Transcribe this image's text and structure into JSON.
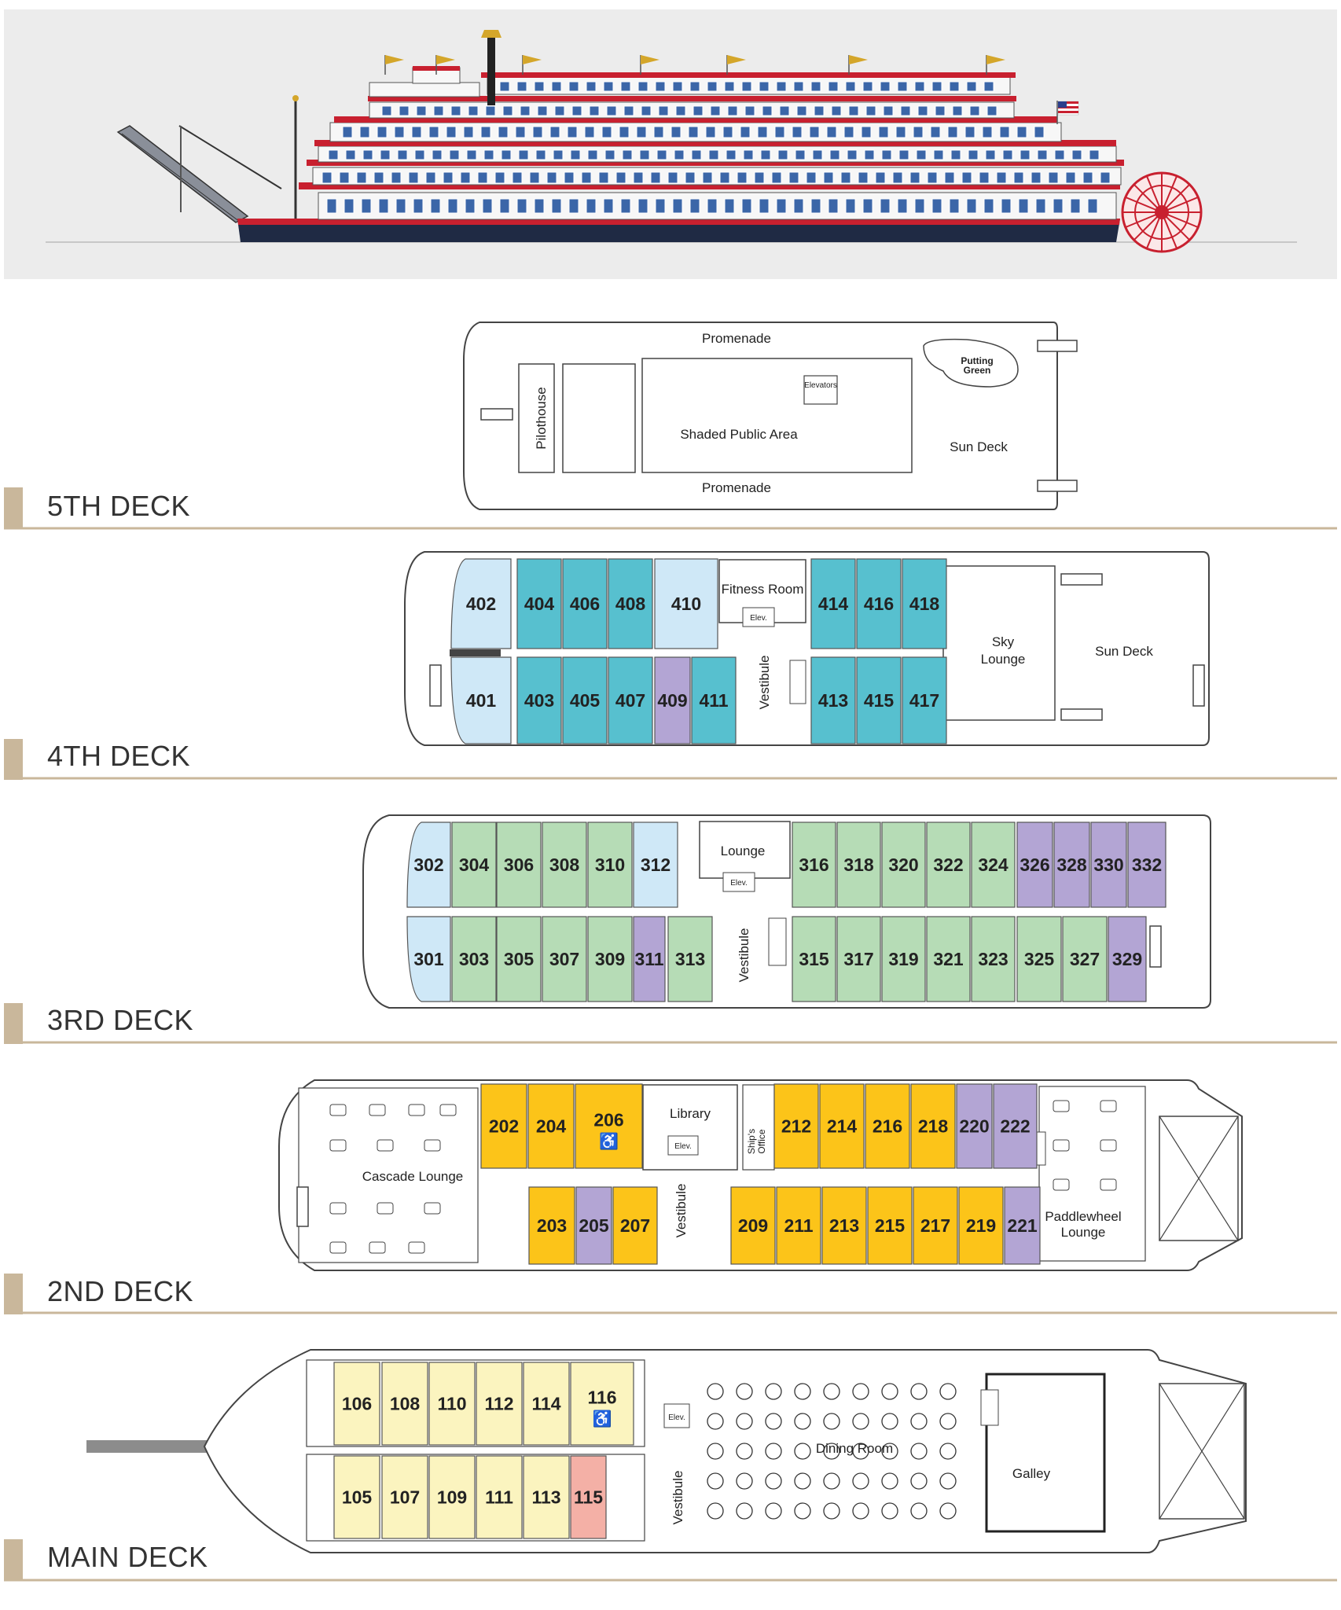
{
  "colors": {
    "suite_light_blue": "#cfe8f7",
    "veranda_teal": "#57c0cf",
    "veranda_green": "#b6dcb6",
    "accessible_or_special_purple": "#b3a5d4",
    "balcony_gold": "#fcc419",
    "interior_yellow": "#fbf4bf",
    "salmon": "#f4b0a6",
    "deck_band": "#c9b79b",
    "hull_red": "#c8202f",
    "hull_dark": "#1f2a44"
  },
  "icons": {
    "accessible": "wheelchair-icon",
    "elevator": "elevator-icon",
    "stairs": "stairs-icon",
    "paddlewheel": "paddlewheel-icon",
    "flag": "flag-icon"
  },
  "decks": [
    {
      "id": "deck5",
      "label": "5TH DECK",
      "areas": [
        {
          "name": "promenade-top",
          "text": "Promenade"
        },
        {
          "name": "promenade-bottom",
          "text": "Promenade"
        },
        {
          "name": "putting-green",
          "text": "Putting Green",
          "lines": [
            "Putting",
            "Green"
          ]
        },
        {
          "name": "elevators",
          "text": "Elevators"
        },
        {
          "name": "shaded-public-area",
          "text": "Shaded Public Area"
        },
        {
          "name": "sun-deck",
          "text": "Sun Deck"
        },
        {
          "name": "pilothouse",
          "text": "Pilothouse"
        }
      ],
      "cabins": []
    },
    {
      "id": "deck4",
      "label": "4TH DECK",
      "areas": [
        {
          "name": "fitness-room",
          "text": "Fitness Room"
        },
        {
          "name": "elev",
          "text": "Elev."
        },
        {
          "name": "vestibule",
          "text": "Vestibule"
        },
        {
          "name": "sky-lounge",
          "text": "Sky Lounge",
          "lines": [
            "Sky",
            "Lounge"
          ]
        },
        {
          "name": "sun-deck",
          "text": "Sun Deck"
        }
      ],
      "cabins": [
        {
          "num": "402",
          "color": "suite_light_blue"
        },
        {
          "num": "404",
          "color": "veranda_teal"
        },
        {
          "num": "406",
          "color": "veranda_teal"
        },
        {
          "num": "408",
          "color": "veranda_teal"
        },
        {
          "num": "410",
          "color": "suite_light_blue"
        },
        {
          "num": "414",
          "color": "veranda_teal"
        },
        {
          "num": "416",
          "color": "veranda_teal"
        },
        {
          "num": "418",
          "color": "veranda_teal"
        },
        {
          "num": "401",
          "color": "suite_light_blue"
        },
        {
          "num": "403",
          "color": "veranda_teal"
        },
        {
          "num": "405",
          "color": "veranda_teal"
        },
        {
          "num": "407",
          "color": "veranda_teal"
        },
        {
          "num": "409",
          "color": "accessible_or_special_purple"
        },
        {
          "num": "411",
          "color": "veranda_teal"
        },
        {
          "num": "413",
          "color": "veranda_teal"
        },
        {
          "num": "415",
          "color": "veranda_teal"
        },
        {
          "num": "417",
          "color": "veranda_teal"
        }
      ]
    },
    {
      "id": "deck3",
      "label": "3RD DECK",
      "areas": [
        {
          "name": "lounge",
          "text": "Lounge"
        },
        {
          "name": "elev",
          "text": "Elev."
        },
        {
          "name": "vestibule",
          "text": "Vestibule"
        }
      ],
      "cabins": [
        {
          "num": "302",
          "color": "suite_light_blue"
        },
        {
          "num": "304",
          "color": "veranda_green"
        },
        {
          "num": "306",
          "color": "veranda_green"
        },
        {
          "num": "308",
          "color": "veranda_green"
        },
        {
          "num": "310",
          "color": "veranda_green"
        },
        {
          "num": "312",
          "color": "suite_light_blue"
        },
        {
          "num": "316",
          "color": "veranda_green"
        },
        {
          "num": "318",
          "color": "veranda_green"
        },
        {
          "num": "320",
          "color": "veranda_green"
        },
        {
          "num": "322",
          "color": "veranda_green"
        },
        {
          "num": "324",
          "color": "veranda_green"
        },
        {
          "num": "326",
          "color": "accessible_or_special_purple"
        },
        {
          "num": "328",
          "color": "accessible_or_special_purple"
        },
        {
          "num": "330",
          "color": "accessible_or_special_purple"
        },
        {
          "num": "332",
          "color": "accessible_or_special_purple"
        },
        {
          "num": "301",
          "color": "suite_light_blue"
        },
        {
          "num": "303",
          "color": "veranda_green"
        },
        {
          "num": "305",
          "color": "veranda_green"
        },
        {
          "num": "307",
          "color": "veranda_green"
        },
        {
          "num": "309",
          "color": "veranda_green"
        },
        {
          "num": "311",
          "color": "accessible_or_special_purple"
        },
        {
          "num": "313",
          "color": "veranda_green"
        },
        {
          "num": "315",
          "color": "veranda_green"
        },
        {
          "num": "317",
          "color": "veranda_green"
        },
        {
          "num": "319",
          "color": "veranda_green"
        },
        {
          "num": "321",
          "color": "veranda_green"
        },
        {
          "num": "323",
          "color": "veranda_green"
        },
        {
          "num": "325",
          "color": "veranda_green"
        },
        {
          "num": "327",
          "color": "veranda_green"
        },
        {
          "num": "329",
          "color": "accessible_or_special_purple"
        }
      ]
    },
    {
      "id": "deck2",
      "label": "2ND DECK",
      "areas": [
        {
          "name": "cascade-lounge",
          "text": "Cascade Lounge"
        },
        {
          "name": "library",
          "text": "Library"
        },
        {
          "name": "elev",
          "text": "Elev."
        },
        {
          "name": "ships-office",
          "text": "Ship's Office",
          "lines": [
            "Ship's",
            "Office"
          ]
        },
        {
          "name": "vestibule",
          "text": "Vestibule"
        },
        {
          "name": "paddlewheel-lounge",
          "text": "Paddlewheel Lounge",
          "lines": [
            "Paddlewheel",
            "Lounge"
          ]
        }
      ],
      "cabins": [
        {
          "num": "202",
          "color": "balcony_gold"
        },
        {
          "num": "204",
          "color": "balcony_gold"
        },
        {
          "num": "206",
          "color": "balcony_gold",
          "accessible": true
        },
        {
          "num": "212",
          "color": "balcony_gold"
        },
        {
          "num": "214",
          "color": "balcony_gold"
        },
        {
          "num": "216",
          "color": "balcony_gold"
        },
        {
          "num": "218",
          "color": "balcony_gold"
        },
        {
          "num": "220",
          "color": "accessible_or_special_purple"
        },
        {
          "num": "222",
          "color": "accessible_or_special_purple"
        },
        {
          "num": "203",
          "color": "balcony_gold"
        },
        {
          "num": "205",
          "color": "accessible_or_special_purple"
        },
        {
          "num": "207",
          "color": "balcony_gold"
        },
        {
          "num": "209",
          "color": "balcony_gold"
        },
        {
          "num": "211",
          "color": "balcony_gold"
        },
        {
          "num": "213",
          "color": "balcony_gold"
        },
        {
          "num": "215",
          "color": "balcony_gold"
        },
        {
          "num": "217",
          "color": "balcony_gold"
        },
        {
          "num": "219",
          "color": "balcony_gold"
        },
        {
          "num": "221",
          "color": "accessible_or_special_purple"
        }
      ]
    },
    {
      "id": "deck1",
      "label": "MAIN DECK",
      "areas": [
        {
          "name": "elev",
          "text": "Elev."
        },
        {
          "name": "vestibule",
          "text": "Vestibule"
        },
        {
          "name": "dining-room",
          "text": "Dining Room"
        },
        {
          "name": "galley",
          "text": "Galley"
        }
      ],
      "cabins": [
        {
          "num": "106",
          "color": "interior_yellow"
        },
        {
          "num": "108",
          "color": "interior_yellow"
        },
        {
          "num": "110",
          "color": "interior_yellow"
        },
        {
          "num": "112",
          "color": "interior_yellow"
        },
        {
          "num": "114",
          "color": "interior_yellow"
        },
        {
          "num": "116",
          "color": "interior_yellow",
          "accessible": true
        },
        {
          "num": "105",
          "color": "interior_yellow"
        },
        {
          "num": "107",
          "color": "interior_yellow"
        },
        {
          "num": "109",
          "color": "interior_yellow"
        },
        {
          "num": "111",
          "color": "interior_yellow"
        },
        {
          "num": "113",
          "color": "interior_yellow"
        },
        {
          "num": "115",
          "color": "salmon"
        }
      ]
    }
  ]
}
